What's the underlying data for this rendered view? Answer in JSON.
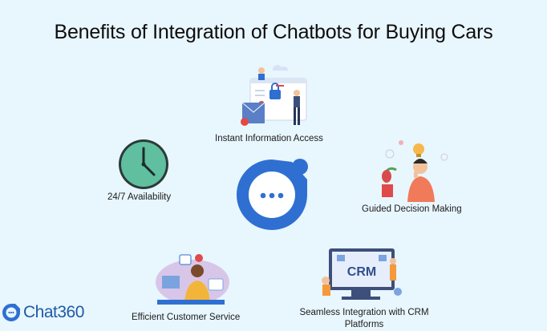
{
  "title": "Benefits of Integration of Chatbots for Buying Cars",
  "center_icon": "chat-bubble-icon",
  "benefits": [
    {
      "label": "Instant Information Access",
      "icon": "security-lock-illustration"
    },
    {
      "label": "24/7 Availability",
      "icon": "clock-icon"
    },
    {
      "label": "Guided Decision Making",
      "icon": "thinking-person-illustration"
    },
    {
      "label": "Efficient Customer Service",
      "icon": "customer-support-illustration"
    },
    {
      "label": "Seamless Integration with CRM Platforms",
      "icon": "crm-illustration"
    }
  ],
  "logo": {
    "text": "Chat360",
    "icon": "chat360-logo-icon"
  },
  "colors": {
    "background": "#e8f6fd",
    "primary_blue": "#2f6fd1",
    "clock_green": "#5fbf9f",
    "accent_orange": "#f39a3a"
  }
}
